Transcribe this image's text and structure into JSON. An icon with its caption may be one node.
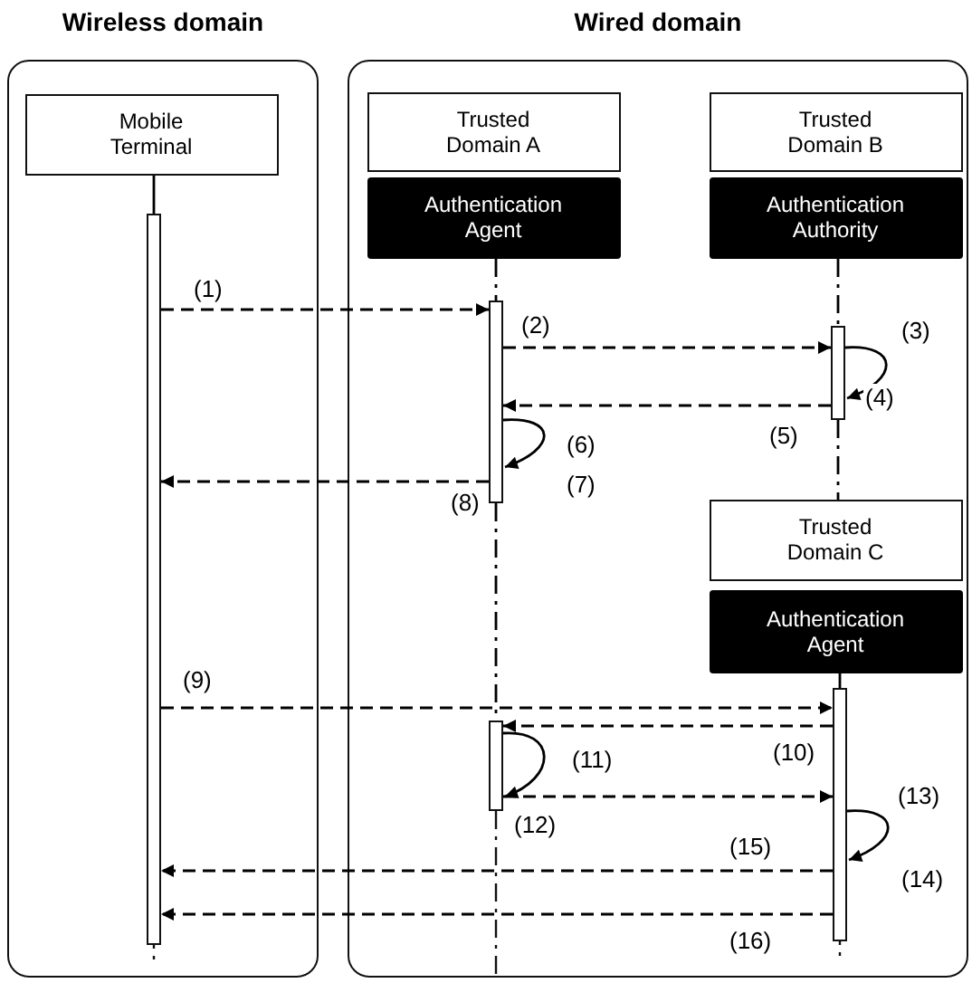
{
  "diagram": {
    "nodes": [
      {
        "text": [
          "Wireless domain"
        ]
      },
      {
        "text": [
          "Wired domain"
        ]
      },
      {
        "text": [
          "Mobile Terminal"
        ],
        "in": 0
      },
      {
        "text": [
          "Trusted Domain A"
        ],
        "in": 1
      },
      {
        "text": [
          "Authentication Agent"
        ],
        "in": 1
      },
      {
        "text": [
          "Trusted Domain B"
        ],
        "in": 1
      },
      {
        "text": [
          "Authentication Authority"
        ],
        "in": 1
      },
      {
        "text": [
          "Trusted Domain C"
        ],
        "in": 1
      },
      {
        "text": [
          "Authentication Agent"
        ],
        "in": 1
      },
      {
        "text": [],
        "shape": "bar",
        "in": 0
      },
      {
        "text": [],
        "shape": "bar",
        "in": 1
      },
      {
        "text": [],
        "shape": "bar",
        "in": 1
      },
      {
        "text": [],
        "shape": "bar",
        "in": 1
      },
      {
        "text": [],
        "shape": "bar",
        "in": 1
      }
    ],
    "edges": [
      {
        "from": 9,
        "to": 10,
        "arrow": "to",
        "style": "dashed",
        "label": "(1)"
      },
      {
        "from": 10,
        "to": 11,
        "arrow": "to",
        "style": "dashed",
        "label": "(2)"
      },
      {
        "from": 11,
        "to": 11,
        "arrow": "to",
        "label": "(3)"
      },
      {
        "from": 11,
        "to": 10,
        "arrow": "to",
        "style": "dashed",
        "label": "(5)"
      },
      {
        "from": 10,
        "to": 10,
        "arrow": "to",
        "label": "(6)"
      },
      {
        "from": 10,
        "to": 9,
        "arrow": "to",
        "style": "dashed",
        "label": "(7)"
      },
      {
        "from": 9,
        "to": 13,
        "arrow": "to",
        "style": "dashed",
        "label": "(9)"
      },
      {
        "from": 13,
        "to": 12,
        "arrow": "to",
        "style": "dashed",
        "label": "(10)"
      },
      {
        "from": 12,
        "to": 12,
        "arrow": "to",
        "label": "(11)"
      },
      {
        "from": 12,
        "to": 13,
        "arrow": "to",
        "style": "dashed",
        "label": "(12)"
      },
      {
        "from": 13,
        "to": 13,
        "arrow": "to",
        "label": "(13)"
      },
      {
        "from": 13,
        "to": 9,
        "arrow": "to",
        "style": "dashed",
        "label": "(15)"
      },
      {
        "from": 13,
        "to": 9,
        "arrow": "to",
        "style": "dashed",
        "label": "(16)"
      },
      {
        "from": 2,
        "to": 9,
        "arrow": "none"
      },
      {
        "from": 4,
        "to": 10,
        "arrow": "none",
        "style": "dashed"
      },
      {
        "from": 10,
        "to": 12,
        "arrow": "none",
        "style": "dashed"
      },
      {
        "from": 6,
        "to": 11,
        "arrow": "none",
        "style": "dashed"
      },
      {
        "from": 11,
        "to": 7,
        "arrow": "none",
        "style": "dashed"
      },
      {
        "from": 8,
        "to": 13,
        "arrow": "none",
        "style": "dashed"
      }
    ],
    "labels": [
      "(4)",
      "(8)",
      "(14)"
    ]
  }
}
